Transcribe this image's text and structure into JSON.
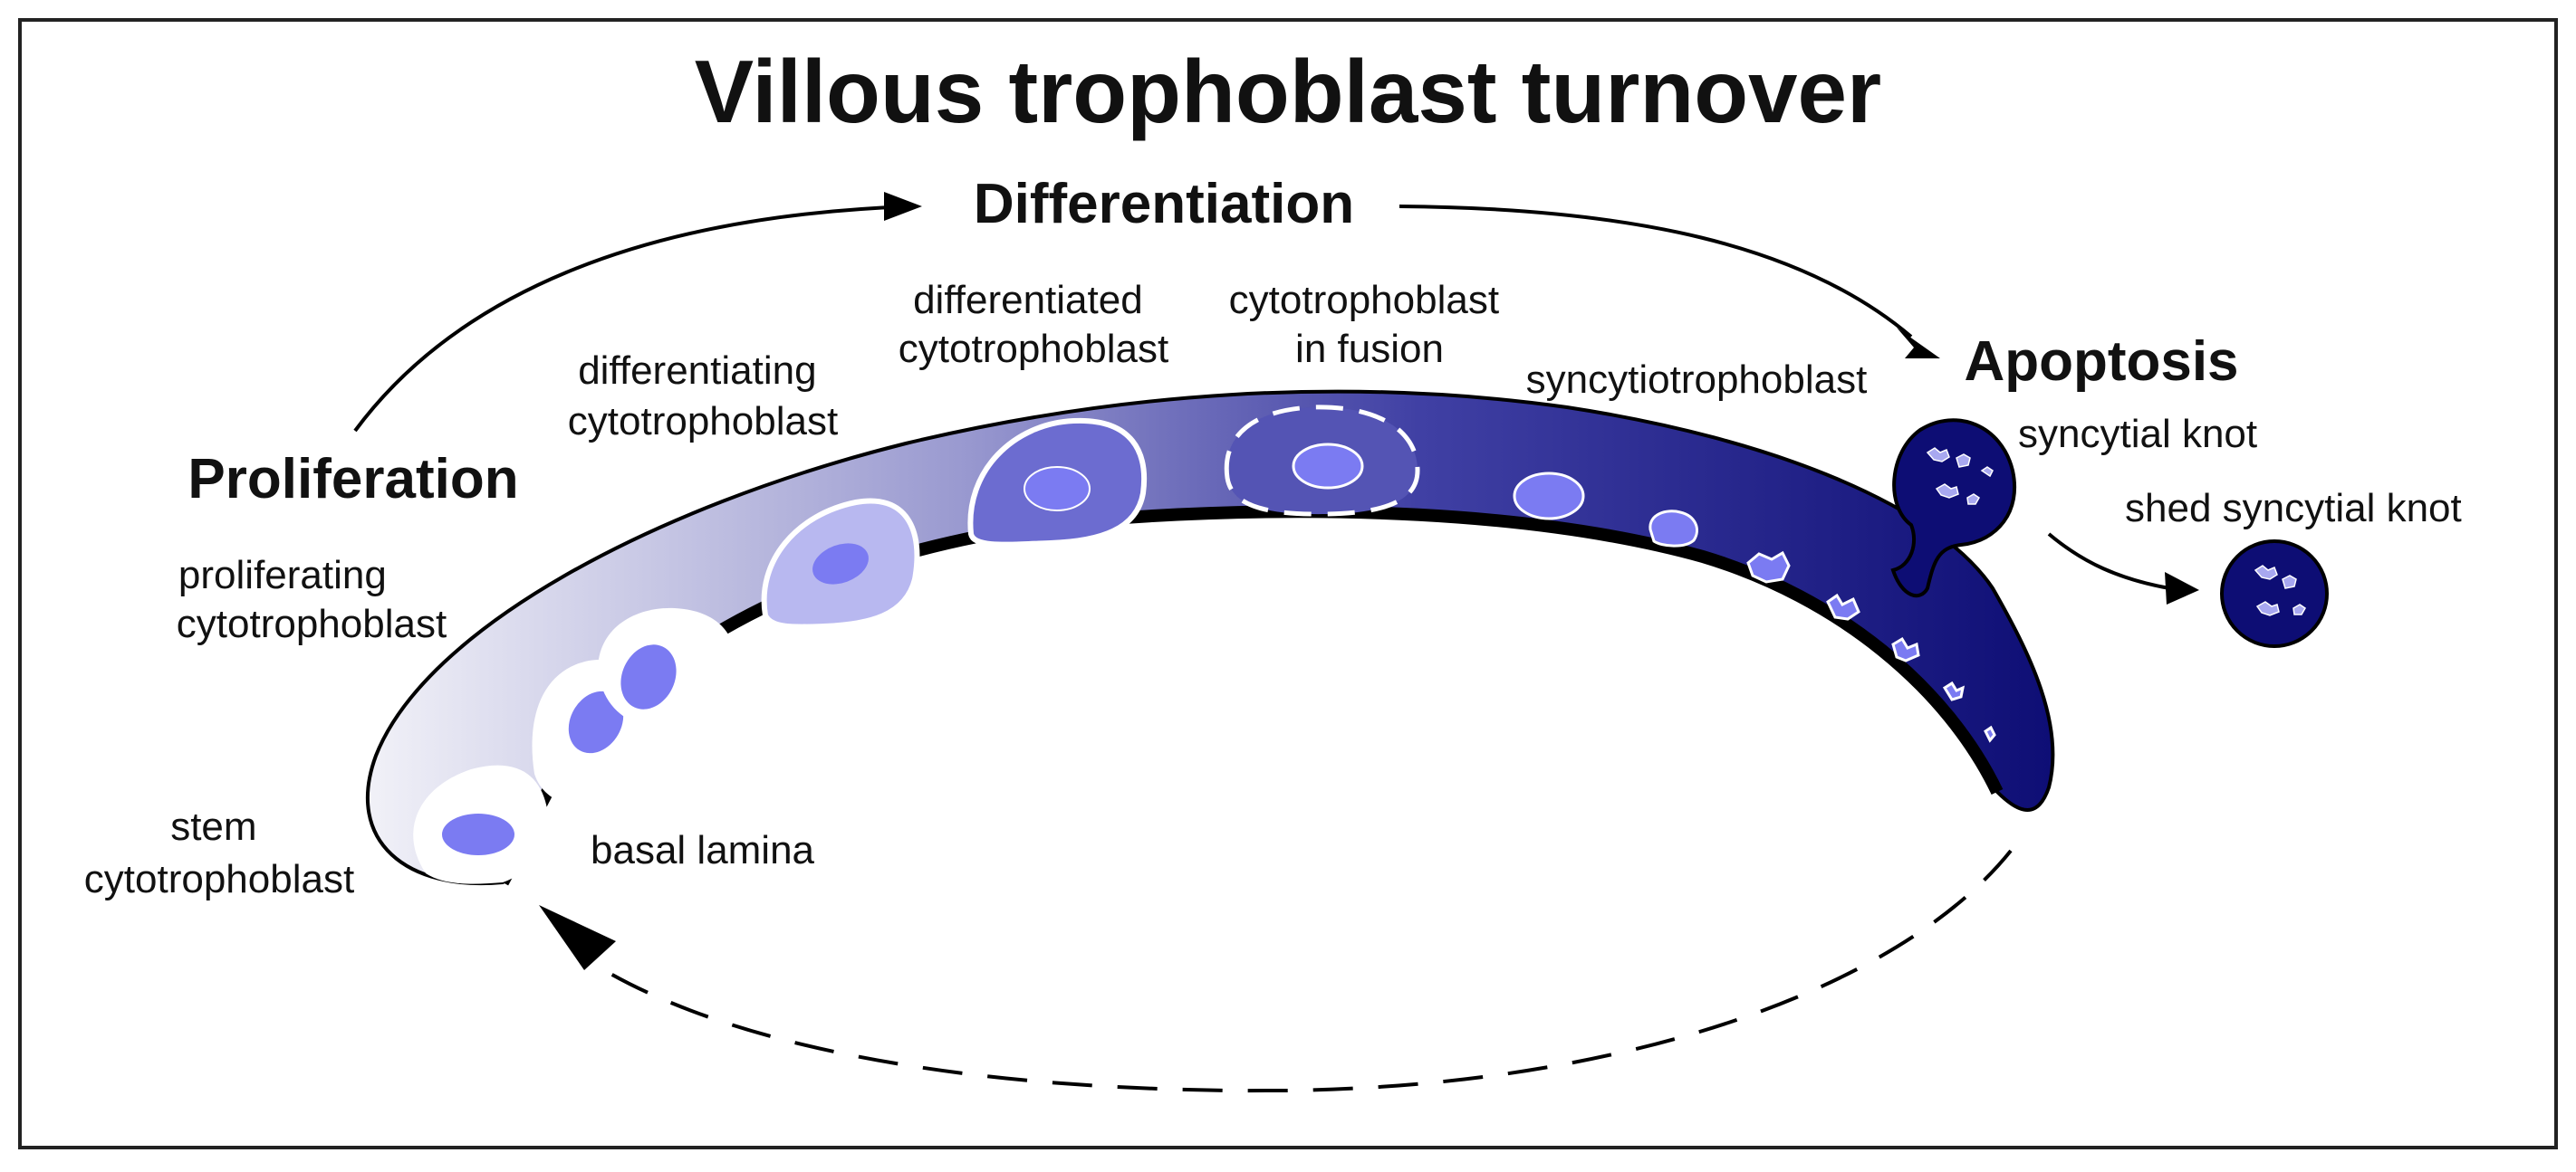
{
  "title": "Villous trophoblast turnover",
  "processes": {
    "differentiation": "Differentiation",
    "apoptosis": "Apoptosis",
    "proliferation": "Proliferation"
  },
  "labels": {
    "differentiating_1": "differentiating",
    "differentiating_2": "cytotrophoblast",
    "differentiated_1": "differentiated",
    "differentiated_2": "cytotrophoblast",
    "fusion_1": "cytotrophoblast",
    "fusion_2": "in fusion",
    "syncytio": "syncytiotrophoblast",
    "knot": "syncytial knot",
    "shed_knot": "shed syncytial knot",
    "proliferating_1": "proliferating",
    "proliferating_2": "cytotrophoblast",
    "stem_1": "stem",
    "stem_2": "cytotrophoblast",
    "basal": "basal lamina"
  },
  "colors": {
    "gradient_start": "#f2f2f8",
    "gradient_mid": "#8c8cc8",
    "gradient_end": "#0f0f78",
    "nucleus": "#7b7bf2",
    "cell_white": "#ffffff",
    "outline": "#000000"
  }
}
